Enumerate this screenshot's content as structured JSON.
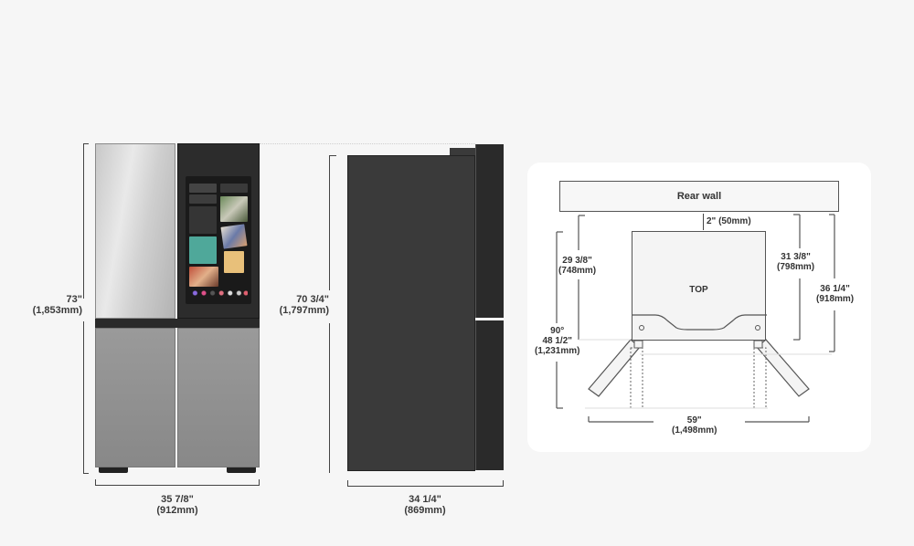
{
  "front_view": {
    "height_in": "73\"",
    "height_mm": "(1,853mm)",
    "width_in": "35 7/8\"",
    "width_mm": "(912mm)"
  },
  "side_view": {
    "height_in": "70 3/4\"",
    "height_mm": "(1,797mm)",
    "depth_in": "34 1/4\"",
    "depth_mm": "(869mm)"
  },
  "top_view": {
    "rear_wall_label": "Rear wall",
    "top_label": "TOP",
    "clearance": "2\" (50mm)",
    "door_depth_left_in": "29 3/8\"",
    "door_depth_left_mm": "(748mm)",
    "depth_right_in": "31 3/8\"",
    "depth_right_mm": "(798mm)",
    "depth_outer_in": "36 1/4\"",
    "depth_outer_mm": "(918mm)",
    "open_angle": "90°",
    "open_depth_in": "48 1/2\"",
    "open_depth_mm": "(1,231mm)",
    "open_width_in": "59\"",
    "open_width_mm": "(1,498mm)"
  },
  "colors": {
    "background": "#f6f6f6",
    "panel": "#ffffff",
    "line": "#444444",
    "stainless": "#c8c8c8",
    "dark_body": "#3a3a3a"
  }
}
